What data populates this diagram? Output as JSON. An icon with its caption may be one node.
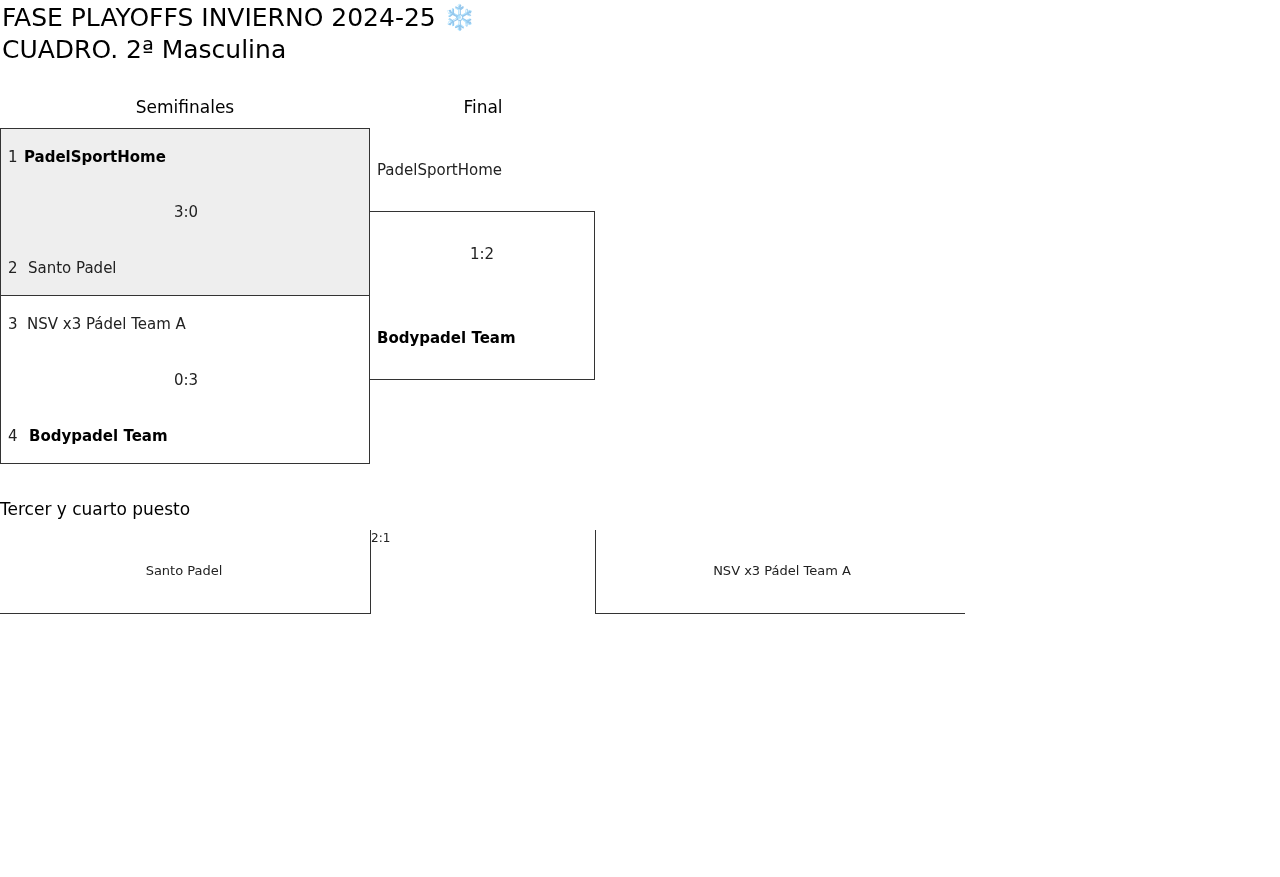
{
  "diagram": {
    "title": "FASE PLAYOFFS INVIERNO 2024-25 ❄️",
    "nodes": [
      {
        "text": [
          "1",
          "PadelSportHome",
          "3:0",
          "2",
          "Santo Padel"
        ]
      },
      {
        "text": [
          "3",
          "NSV x3 Pádel Team A",
          "0:3",
          "4",
          "Bodypadel Team"
        ]
      },
      {
        "text": [
          "PadelSportHome",
          "1:2",
          "Bodypadel Team"
        ]
      },
      {
        "text": [
          "Santo Padel"
        ]
      },
      {
        "text": [
          "NSV x3 Pádel Team A"
        ]
      }
    ],
    "labels": [
      "CUADRO. 2ª Masculina",
      "Semifinales",
      "Final",
      "Tercer y cuarto puesto",
      "2:1"
    ]
  }
}
